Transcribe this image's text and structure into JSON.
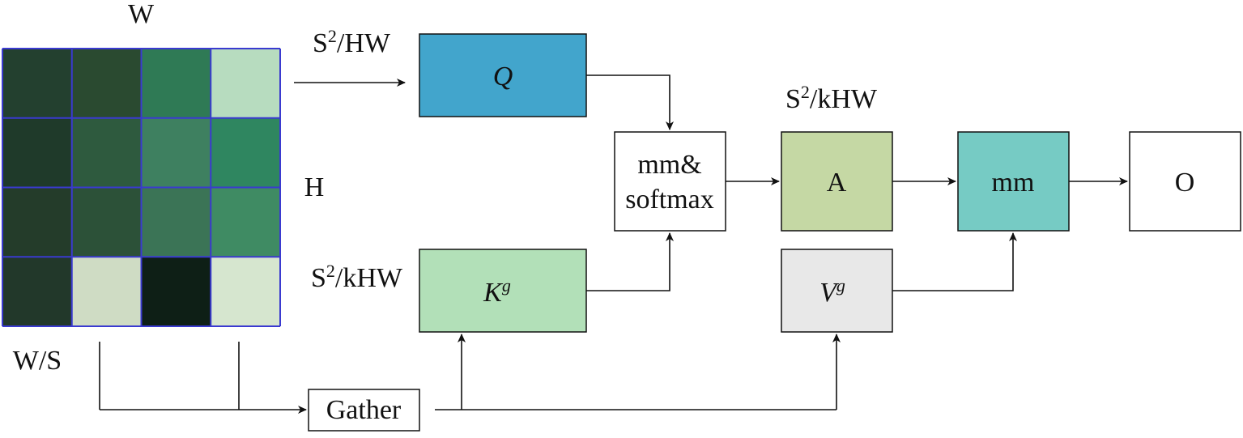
{
  "image_grid": {
    "rows": 4,
    "cols": 4,
    "grid_color": "#3a3ad0",
    "tiles": [
      [
        "#23402f",
        "#2a4a30",
        "#2f7a55",
        "#b7dcbf"
      ],
      [
        "#1f3a2a",
        "#2e5a3e",
        "#3e8060",
        "#2f8660"
      ],
      [
        "#243c2a",
        "#2c5138",
        "#3b7456",
        "#3f8b63"
      ],
      [
        "#22382a",
        "#cfdcc4",
        "#0e1f16",
        "#d6e6cf"
      ]
    ]
  },
  "labels": {
    "grid_top": "W",
    "grid_right": "H",
    "grid_bottom_left": "W/S",
    "q_dim": {
      "base": "S",
      "sup": "2",
      "rest": "/HW"
    },
    "k_dim": {
      "base": "S",
      "sup": "2",
      "rest": "/kHW"
    },
    "a_dim": {
      "base": "S",
      "sup": "2",
      "rest": "/kHW"
    }
  },
  "boxes": {
    "q": {
      "text": "Q",
      "fill": "#42a5cc"
    },
    "k": {
      "base": "K",
      "sup": "g",
      "fill": "#b2e0b8"
    },
    "mm_softmax": {
      "line1": "mm&",
      "line2": "softmax",
      "fill": "#ffffff"
    },
    "a": {
      "text": "A",
      "fill": "#c5d8a4"
    },
    "v": {
      "base": "V",
      "sup": "g",
      "fill": "#e8e8e8"
    },
    "mm": {
      "text": "mm",
      "fill": "#76cbc4"
    },
    "o": {
      "text": "O",
      "fill": "#ffffff"
    },
    "gather": {
      "text": "Gather",
      "fill": "#ffffff"
    }
  }
}
